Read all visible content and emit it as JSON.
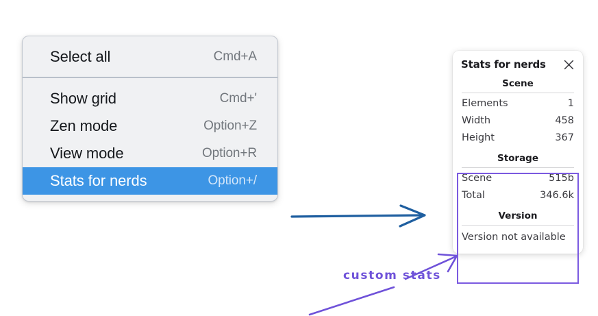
{
  "context_menu": {
    "name": "canvas-context-menu",
    "groups": [
      {
        "items": [
          {
            "label": "Select all",
            "shortcut": "Cmd+A",
            "selected": false
          }
        ]
      },
      {
        "items": [
          {
            "label": "Show grid",
            "shortcut": "Cmd+'",
            "selected": false
          },
          {
            "label": "Zen mode",
            "shortcut": "Option+Z",
            "selected": false
          },
          {
            "label": "View mode",
            "shortcut": "Option+R",
            "selected": false
          },
          {
            "label": "Stats for nerds",
            "shortcut": "Option+/",
            "selected": true
          }
        ]
      }
    ]
  },
  "stats_panel": {
    "title": "Stats for nerds",
    "close_icon": "close-icon",
    "sections": [
      {
        "heading": "Scene",
        "rows": [
          {
            "key": "Elements",
            "value": "1"
          },
          {
            "key": "Width",
            "value": "458"
          },
          {
            "key": "Height",
            "value": "367"
          }
        ]
      },
      {
        "heading": "Storage",
        "rows": [
          {
            "key": "Scene",
            "value": "515b"
          },
          {
            "key": "Total",
            "value": "346.6k"
          }
        ]
      },
      {
        "heading": "Version",
        "note": "Version not available"
      }
    ]
  },
  "annotations": {
    "callout_text": "custom stats",
    "arrow_color": "#1f5fa0",
    "highlight_color": "#7b5ae0"
  },
  "colors": {
    "menu_background": "#f0f1f3",
    "menu_border": "#c3c8d0",
    "menu_separator": "#b9c0ca",
    "selection_blue": "#3d95e5",
    "selection_text": "#ffffff",
    "selection_shortcut": "#d4e7fa",
    "menu_label": "#15181c",
    "menu_shortcut": "#72777d",
    "panel_background": "#ffffff",
    "panel_text": "#3b3b40",
    "panel_heading": "#1b1b1f",
    "panel_rule": "#d6d6d8"
  }
}
